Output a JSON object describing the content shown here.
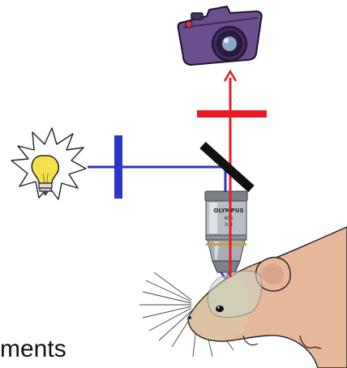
{
  "figure": {
    "caption_fragment": "ments",
    "objective_engraving": {
      "brand": "OLYMPUS",
      "line2": "40x",
      "line3": "0.8"
    },
    "colors": {
      "excitation_path": "#2d34c8",
      "emission_path": "#e81b23",
      "dichroic_mirror": "#111111",
      "mouse_fur": "#e6b89a",
      "camera_body": "#6b4e8c",
      "bulb_glass": "#f3e04a"
    },
    "icons": [
      "light-bulb-icon",
      "camera-icon",
      "objective-lens-icon",
      "mouse-icon"
    ]
  }
}
